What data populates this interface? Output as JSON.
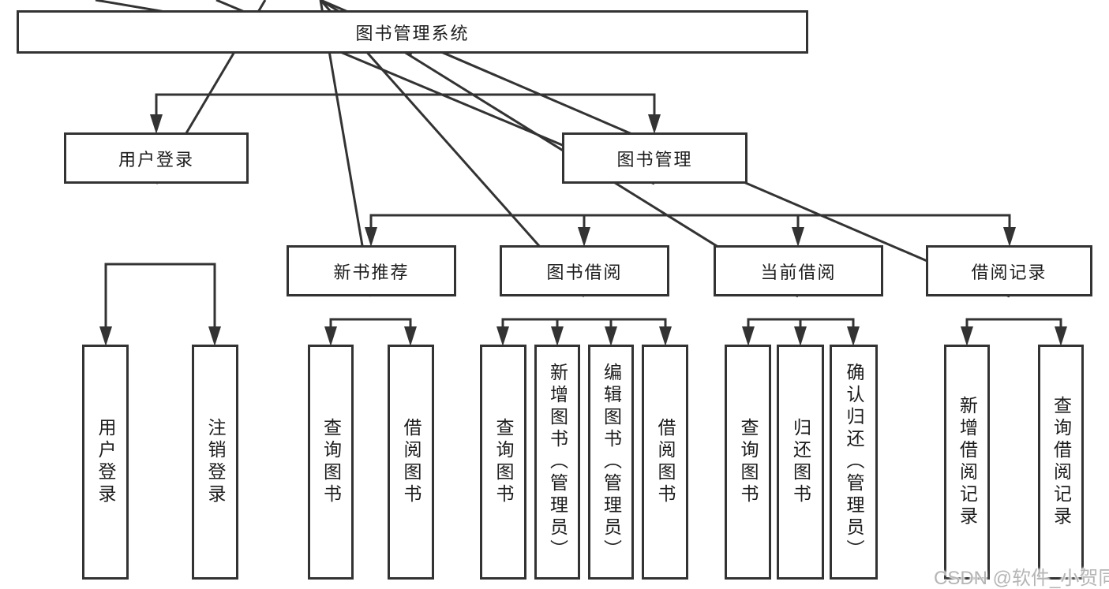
{
  "diagram": {
    "type": "tree",
    "background": "#ffffff",
    "line_color": "#333333",
    "box_border_color": "#333333",
    "text_color": "#1c1c1c"
  },
  "nodes": {
    "root": {
      "label": "图书管理系统"
    },
    "user_login": {
      "label": "用户登录"
    },
    "book_mgmt": {
      "label": "图书管理"
    },
    "new_book_rec": {
      "label": "新书推荐"
    },
    "book_borrow": {
      "label": "图书借阅"
    },
    "current_borrow": {
      "label": "当前借阅"
    },
    "borrow_records": {
      "label": "借阅记录"
    },
    "leaf_user_login": {
      "label": "用户登录"
    },
    "leaf_logout": {
      "label": "注销登录"
    },
    "leaf_nbr_query": {
      "label": "查询图书"
    },
    "leaf_nbr_borrow": {
      "label": "借阅图书"
    },
    "leaf_bb_query": {
      "label": "查询图书"
    },
    "leaf_bb_add": {
      "label": "新增图书（管理员）"
    },
    "leaf_bb_edit": {
      "label": "编辑图书（管理员）"
    },
    "leaf_bb_borrow": {
      "label": "借阅图书"
    },
    "leaf_cb_query": {
      "label": "查询图书"
    },
    "leaf_cb_return": {
      "label": "归还图书"
    },
    "leaf_cb_confirm": {
      "label": "确认归还（管理员）"
    },
    "leaf_br_add": {
      "label": "新增借阅记录"
    },
    "leaf_br_query": {
      "label": "查询借阅记录"
    }
  },
  "structure": {
    "root": [
      "user_login",
      "book_mgmt"
    ],
    "user_login": [
      "leaf_user_login",
      "leaf_logout"
    ],
    "book_mgmt": [
      "new_book_rec",
      "book_borrow",
      "current_borrow",
      "borrow_records"
    ],
    "new_book_rec": [
      "leaf_nbr_query",
      "leaf_nbr_borrow"
    ],
    "book_borrow": [
      "leaf_bb_query",
      "leaf_bb_add",
      "leaf_bb_edit",
      "leaf_bb_borrow"
    ],
    "current_borrow": [
      "leaf_cb_query",
      "leaf_cb_return",
      "leaf_cb_confirm"
    ],
    "borrow_records": [
      "leaf_br_add",
      "leaf_br_query"
    ]
  },
  "watermark": {
    "text": "CSDN @软件_小贺同学",
    "color": "#b5b5b5"
  }
}
